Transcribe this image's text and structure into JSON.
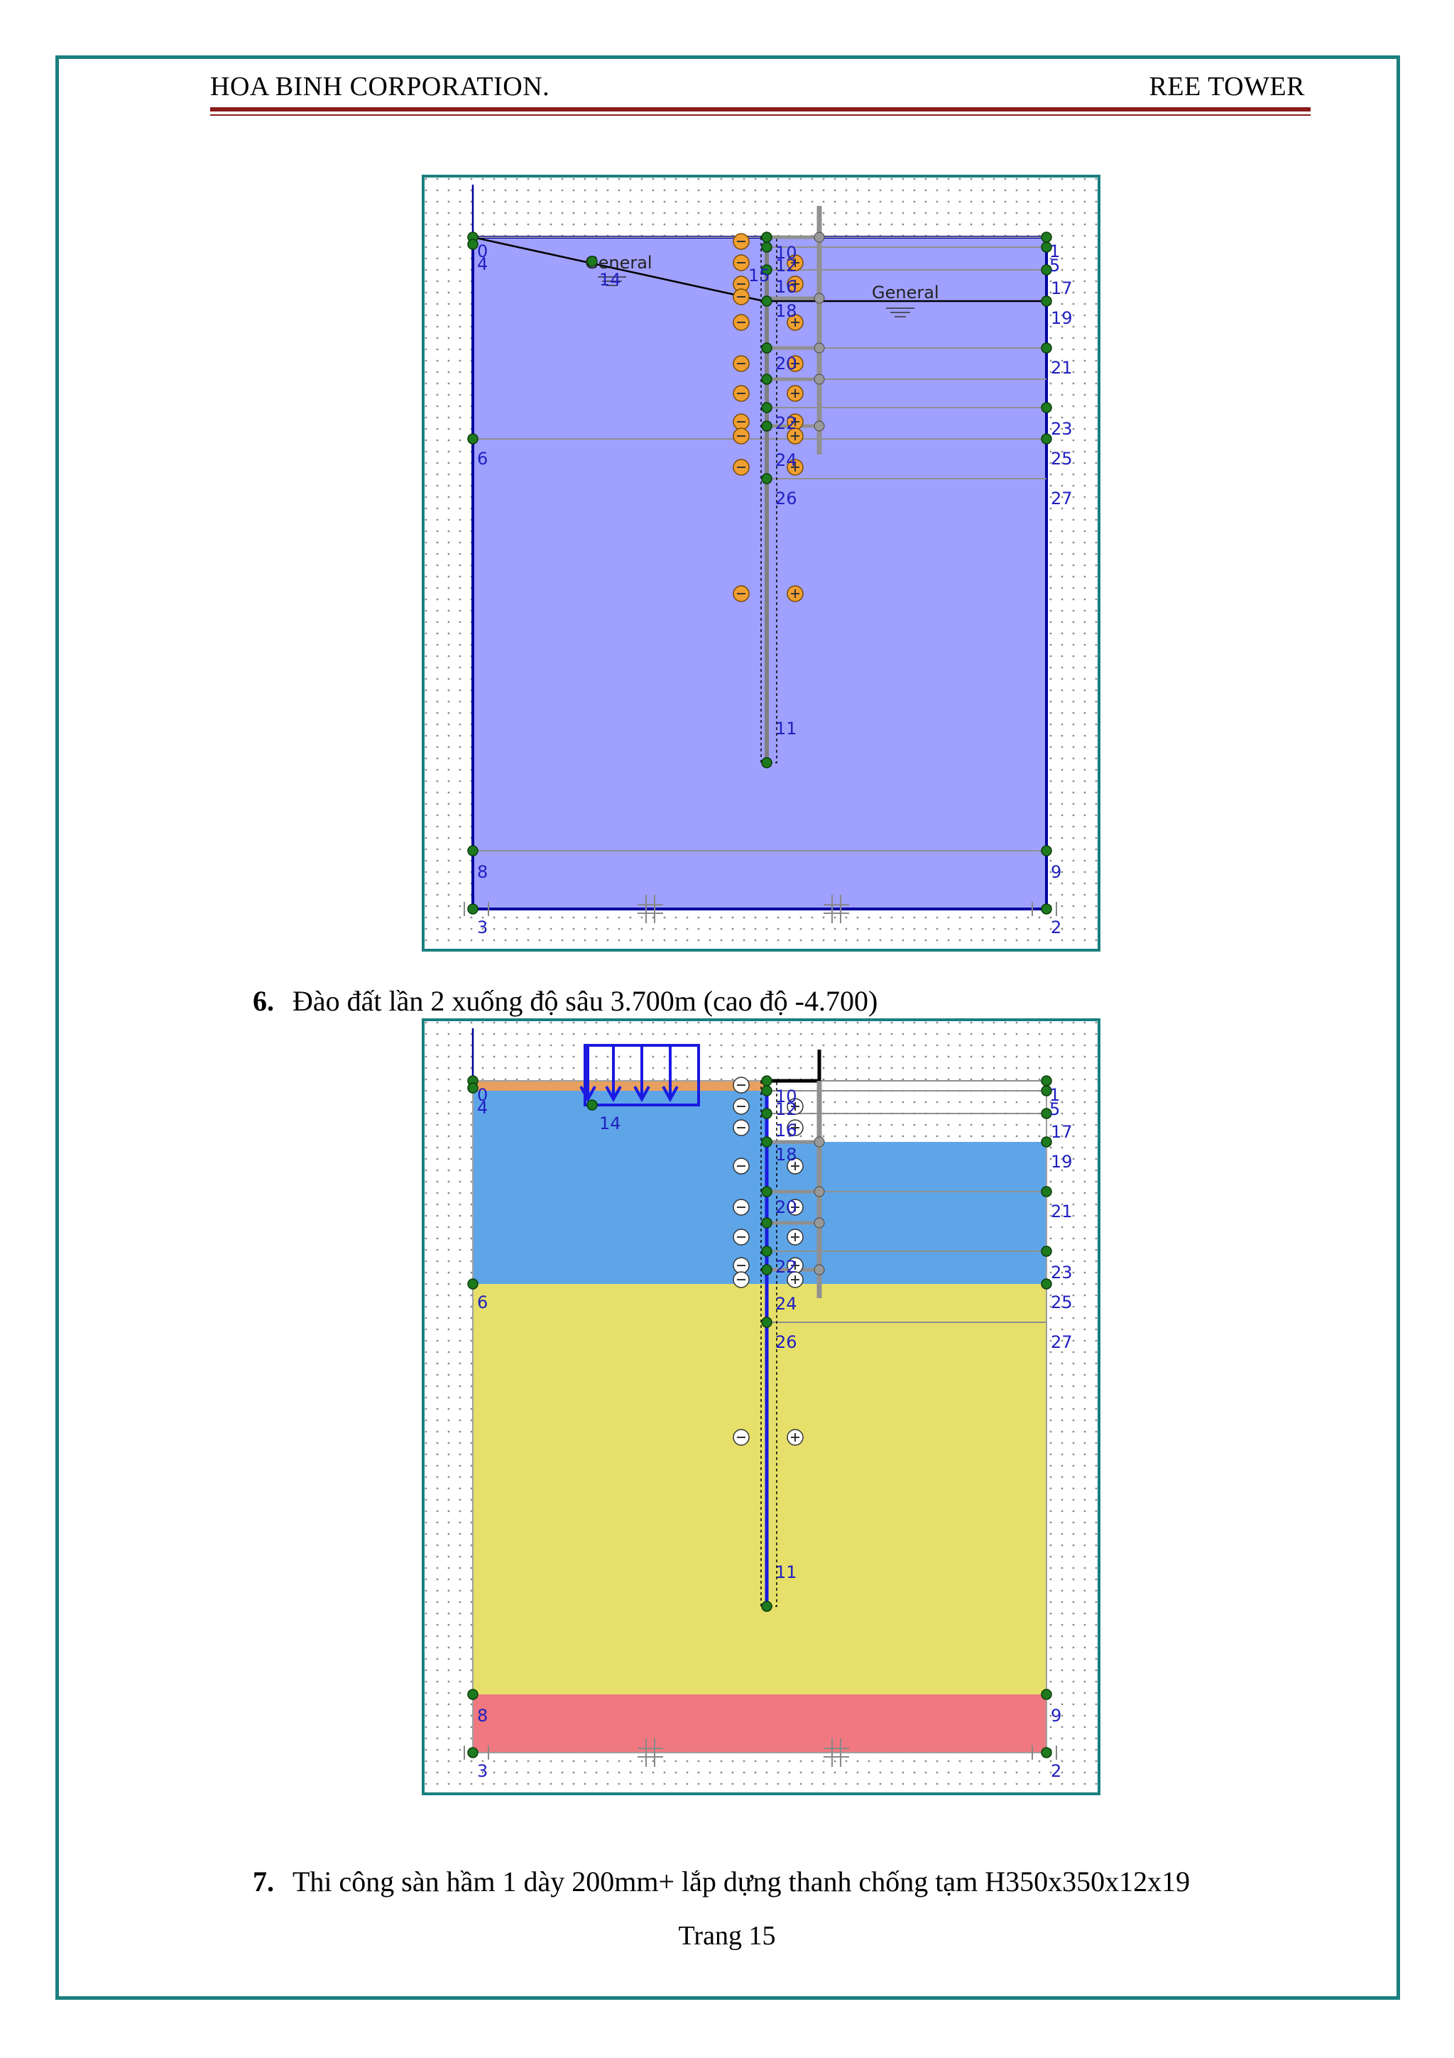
{
  "header": {
    "company": "HOA BINH CORPORATION.",
    "project": "REE TOWER"
  },
  "figure1": {
    "labels": {
      "water_left": "General",
      "water_right": "General"
    },
    "node_numbers": [
      "0",
      "4",
      "14",
      "6",
      "8",
      "3",
      "10",
      "12",
      "15",
      "16",
      "18",
      "20",
      "22",
      "24",
      "26",
      "11",
      "1",
      "5",
      "17",
      "19",
      "21",
      "23",
      "25",
      "27",
      "9",
      "2"
    ],
    "colors": {
      "soil": "#a0a0ff",
      "boundary": "#0000a0",
      "node": "#1e7a1e",
      "anchor": "#f0a030"
    }
  },
  "captions": {
    "step6_number": "6.",
    "step6_text": "Đào đất lần 2 xuống độ sâu 3.700m (cao độ -4.700)",
    "step7_number": "7.",
    "step7_text": "Thi công sàn hầm 1 dày 200mm+ lắp dựng thanh chống tạm H350x350x12x19"
  },
  "figure2": {
    "node_numbers": [
      "0",
      "4",
      "14",
      "6",
      "8",
      "3",
      "10",
      "12",
      "16",
      "18",
      "20",
      "22",
      "24",
      "26",
      "11",
      "1",
      "5",
      "17",
      "19",
      "21",
      "23",
      "25",
      "27",
      "9",
      "2"
    ],
    "colors": {
      "top_layer": "#e8a060",
      "clay_layer": "#5ea5e8",
      "sand_layer": "#e6e06a",
      "bottom_layer": "#f07880",
      "load": "#1a1ae0"
    }
  },
  "footer": {
    "page_label": "Trang 15"
  }
}
